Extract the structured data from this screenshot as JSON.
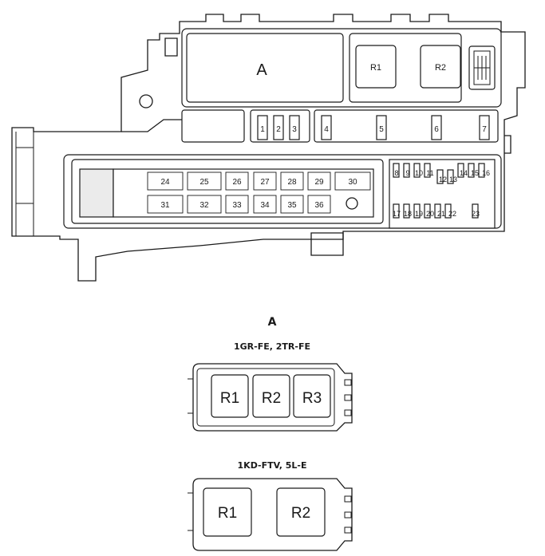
{
  "main_box": {
    "block_a_label": "A",
    "relays": [
      "R1",
      "R2"
    ],
    "fuses_row_top": [
      "1",
      "2",
      "3",
      "4",
      "5",
      "6",
      "7"
    ],
    "fuses_small_top": [
      "8",
      "9",
      "10",
      "11",
      "12",
      "13",
      "14",
      "15",
      "16"
    ],
    "fuses_small_bottom": [
      "17",
      "18",
      "19",
      "20",
      "21",
      "22",
      "23"
    ],
    "fuses_mid_top": [
      "24",
      "25",
      "26",
      "27",
      "28",
      "29",
      "30"
    ],
    "fuses_mid_bottom": [
      "31",
      "32",
      "33",
      "34",
      "35",
      "36"
    ]
  },
  "detail": {
    "title": "A",
    "variant_1": {
      "engines": "1GR-FE, 2TR-FE",
      "relays": [
        "R1",
        "R2",
        "R3"
      ]
    },
    "variant_2": {
      "engines": "1KD-FTV, 5L-E",
      "relays": [
        "R1",
        "R2"
      ]
    }
  }
}
